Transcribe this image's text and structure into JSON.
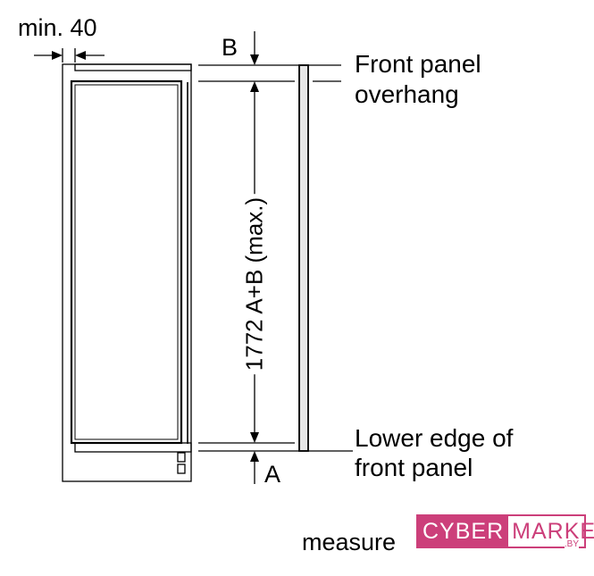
{
  "labels": {
    "min_gap": "min. 40",
    "b_mark": "B",
    "a_mark": "A",
    "front_panel_overhang_1": "Front panel",
    "front_panel_overhang_2": "overhang",
    "lower_edge_1": "Lower edge of",
    "lower_edge_2": "front panel",
    "height_dimension": "1772 A+B (max.)",
    "measure": "measure"
  },
  "watermark": {
    "part1": "CYBER",
    "part2": "MARKET",
    "suffix": ".BY",
    "color": "#cc3f7a"
  }
}
